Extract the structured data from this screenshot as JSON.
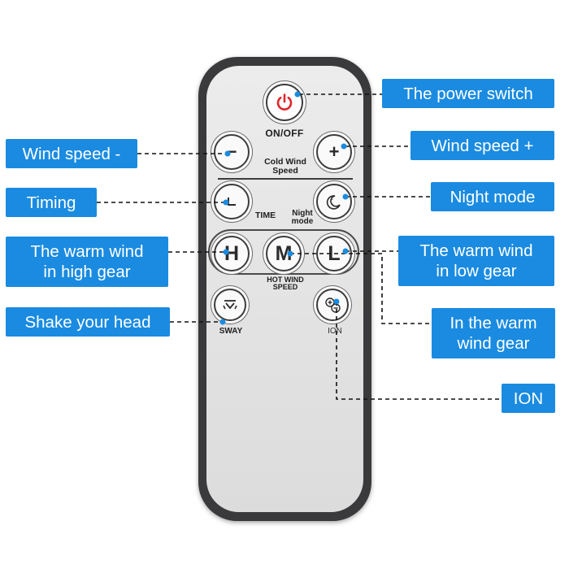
{
  "remote": {
    "power_symbol": "power-icon",
    "on_off_label": "ON/OFF",
    "minus_symbol": "−",
    "plus_symbol": "+",
    "cold_wind_label_1": "Cold Wind",
    "cold_wind_label_2": "Speed",
    "timer_symbol": "timer-icon",
    "time_label": "TIME",
    "night_symbol": "moon-icon",
    "night_label_1": "Night",
    "night_label_2": "mode",
    "h_label": "H",
    "m_label": "M",
    "l_label": "L",
    "hot_wind_label_1": "HOT WIND",
    "hot_wind_label_2": "SPEED",
    "sway_symbol": "sway-icon",
    "sway_label": "SWAY",
    "ion_symbol": "ion-icon",
    "ion_label": "ION"
  },
  "callouts": {
    "power": "The power switch",
    "wind_speed_plus": "Wind speed +",
    "night_mode": "Night mode",
    "warm_low_1": "The warm wind",
    "warm_low_2": "in low gear",
    "warm_mid_1": "In the warm",
    "warm_mid_2": "wind gear",
    "ion": "ION",
    "wind_speed_minus": "Wind speed -",
    "timing": "Timing",
    "warm_high_1": "The warm wind",
    "warm_high_2": "in high gear",
    "sway": "Shake your head"
  },
  "colors": {
    "callout_bg": "#1a8be0",
    "callout_text": "#ffffff",
    "dot": "#1a8be0",
    "power_red": "#e0262b",
    "remote_body": "#3a3a3c"
  }
}
